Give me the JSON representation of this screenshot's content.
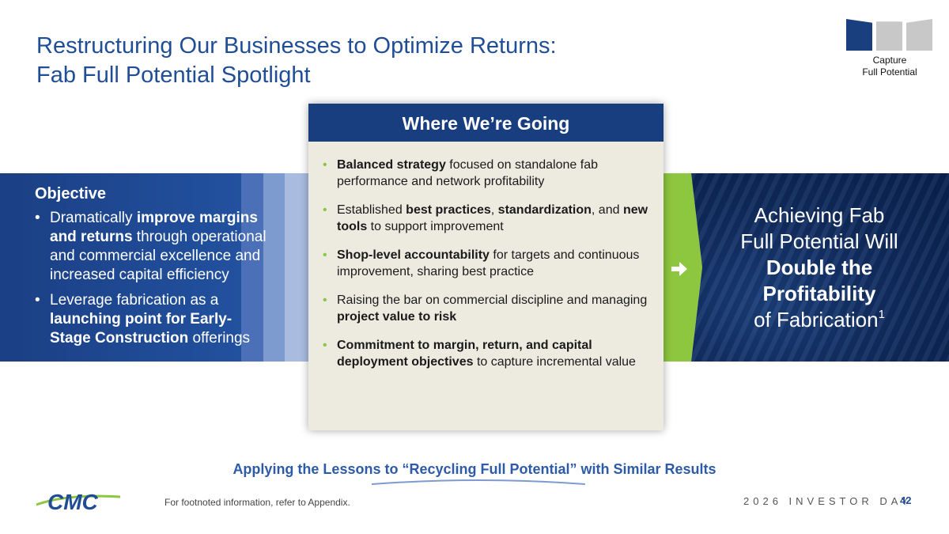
{
  "header": {
    "title_line1": "Restructuring Our Businesses to Optimize Returns:",
    "title_line2": "Fab Full Potential Spotlight"
  },
  "badge": {
    "line1": "Capture",
    "line2": "Full Potential",
    "tile_colors": [
      "#1a3f7f",
      "#c8c8c8",
      "#c8c8c8"
    ]
  },
  "objective": {
    "heading": "Objective",
    "bullets": [
      {
        "pre": "Dramatically ",
        "bold": "improve margins and returns",
        "post": " through operational and commercial excellence and increased capital efficiency"
      },
      {
        "pre": "Leverage fabrication as a ",
        "bold": "launching point for Early-Stage Construction",
        "post": " offerings"
      }
    ]
  },
  "card": {
    "heading": "Where We’re Going",
    "bullets": [
      {
        "b1": "Balanced strategy",
        "t1": " focused on standalone fab performance and network profitability"
      },
      {
        "t0": "Established ",
        "b1": "best practices",
        "t1": ", ",
        "b2": "standardization",
        "t2": ", and ",
        "b3": "new tools",
        "t3": " to support improvement"
      },
      {
        "b1": "Shop-level accountability",
        "t1": " for targets and continuous improvement, sharing best practice"
      },
      {
        "t0": "Raising the bar on commercial discipline and managing ",
        "b1": "project value to risk"
      },
      {
        "b1": "Commitment to margin, return, and capital deployment objectives",
        "t1": " to capture incremental value"
      }
    ]
  },
  "achieve": {
    "line1": "Achieving Fab",
    "line2": "Full Potential Will",
    "bold1": "Double the",
    "bold2": "Profitability",
    "line5": "of Fabrication",
    "sup": "1"
  },
  "footer": {
    "applying": "Applying the Lessons to “Recycling Full Potential” with Similar Results",
    "footnote": "For footnoted information, refer to Appendix.",
    "event": "2026 INVESTOR DAY",
    "page": "42",
    "logo_text": "CMC",
    "bullet_glyph": "•"
  },
  "colors": {
    "brand_blue": "#1f4e96",
    "dark_blue": "#183e80",
    "accent_green": "#8dc63f",
    "card_bg": "#edeae0"
  },
  "icons": {
    "arrow": "arrow-right-icon",
    "logo": "cmc-logo"
  }
}
